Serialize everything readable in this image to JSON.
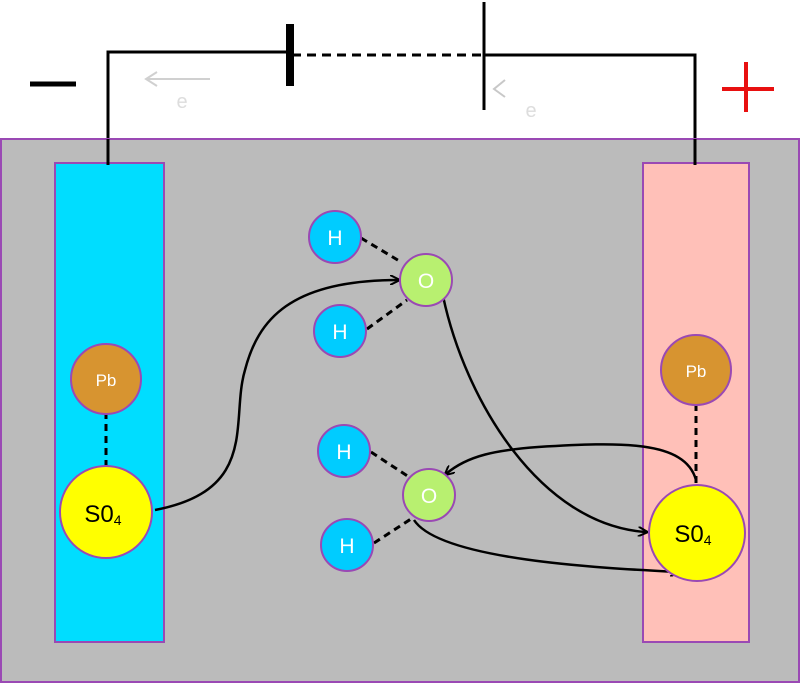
{
  "terminals": {
    "negative": "−",
    "positive": "+"
  },
  "electron_labels": [
    "e",
    "e"
  ],
  "atoms": {
    "pb_left": "Pb",
    "pb_right": "Pb",
    "so4_left_main": "S0",
    "so4_left_sub": "4",
    "so4_right_main": "S0",
    "so4_right_sub": "4",
    "h1": "H",
    "h2": "H",
    "h3": "H",
    "h4": "H",
    "o_top": "O",
    "o_bottom": "O"
  },
  "colors": {
    "negative_plate": "#00DDFF",
    "positive_plate": "#FFC0B8",
    "electrolyte": "#BBBBBB",
    "border": "#9A49B4",
    "lead": "#D79430",
    "sulfate": "#FFFF00",
    "hydrogen": "#00CCFF",
    "oxygen": "#B8F070",
    "positive_sign": "#E81010"
  }
}
